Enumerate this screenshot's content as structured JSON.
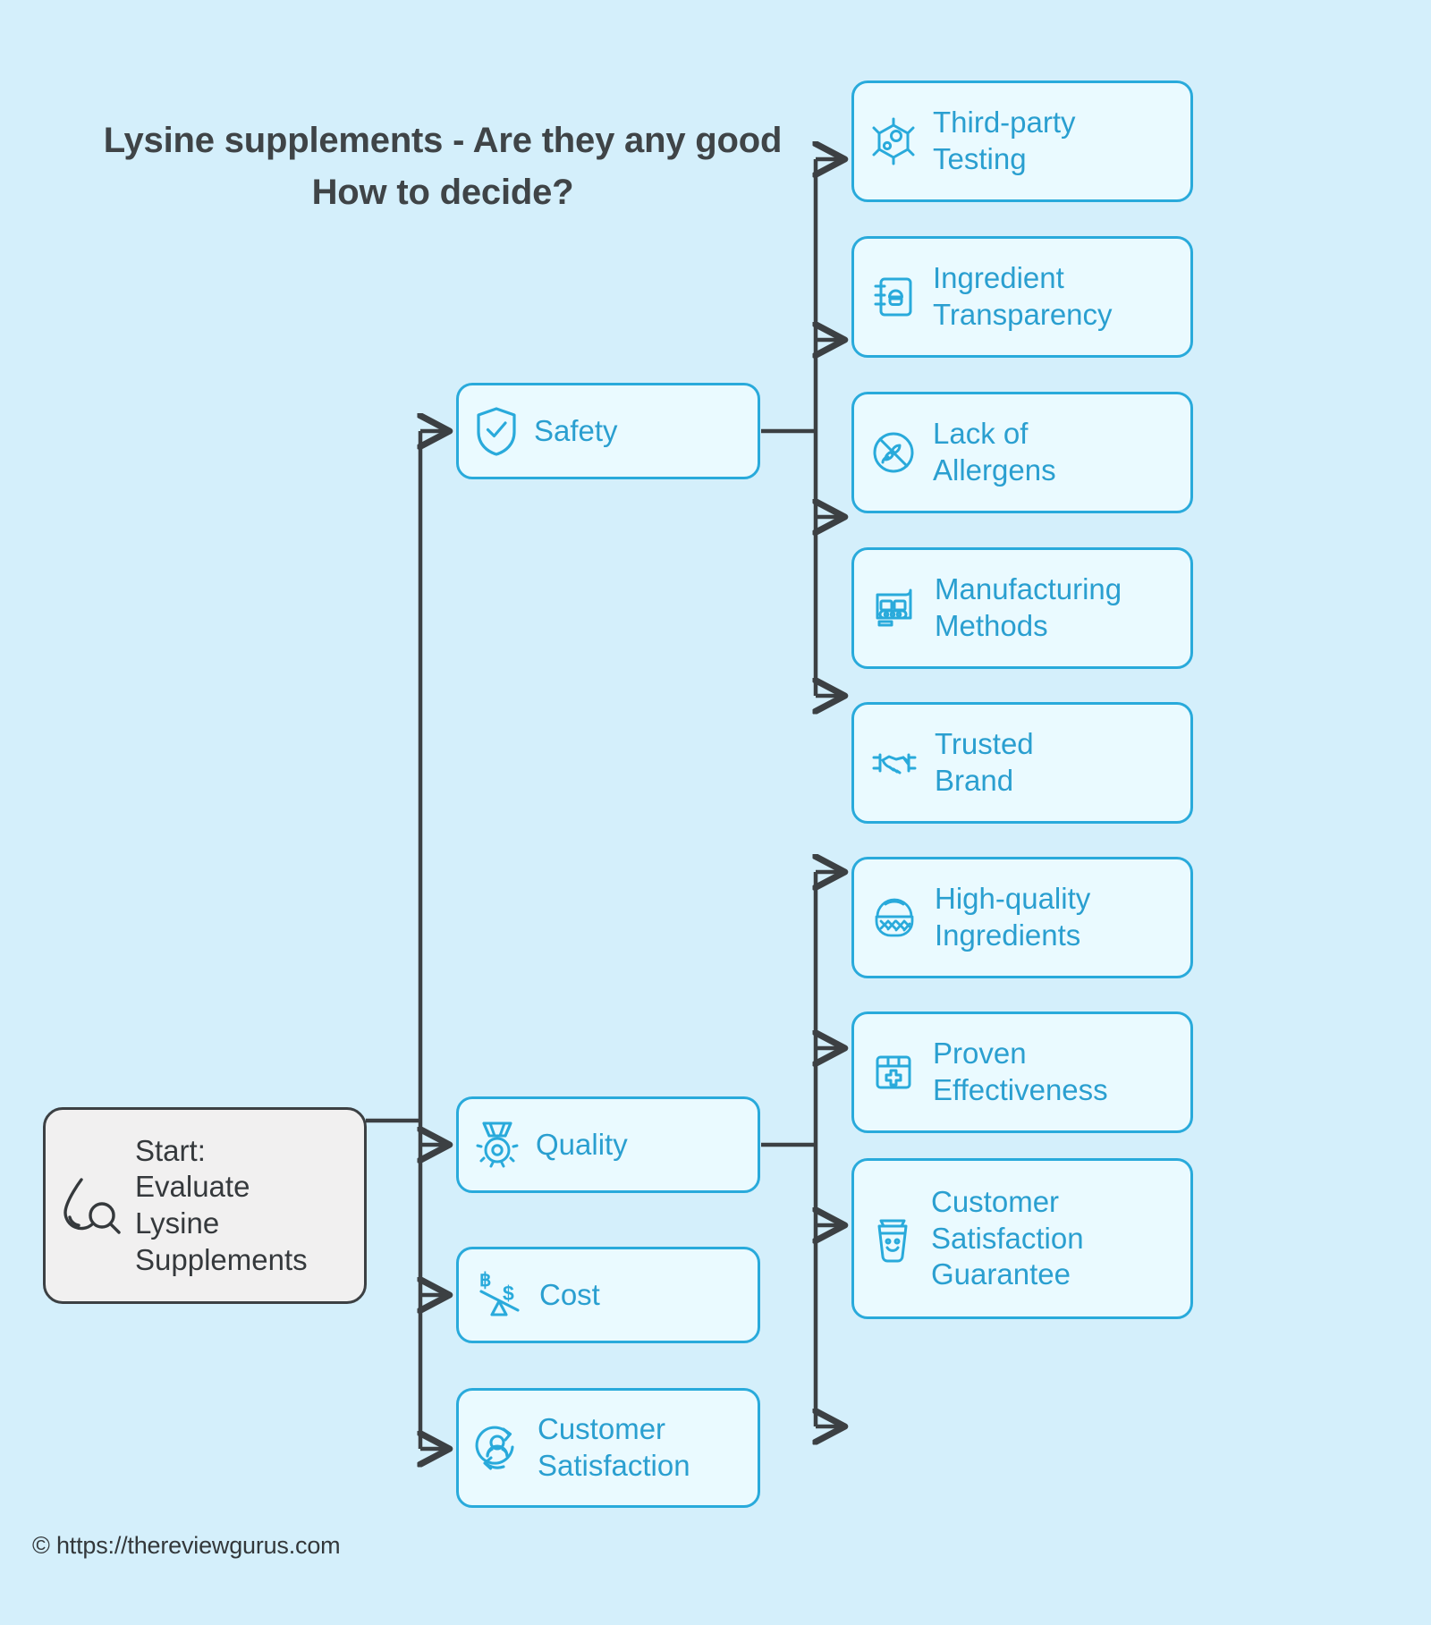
{
  "page": {
    "title": "Lysine supplements - Are they any good\nHow to decide?",
    "footer": "© https://thereviewgurus.com",
    "background_color": "#d4effb",
    "accent_color": "#29aadb",
    "node_fill_color": "#eafaff",
    "start_fill_color": "#f1f0f0",
    "start_border_color": "#3c4043",
    "connector_color": "#3c4043",
    "title_color": "#3f4447"
  },
  "diagram": {
    "type": "flowchart",
    "orientation": "left-to-right",
    "start": {
      "label": "Start:\nEvaluate\nLysine\nSupplements",
      "icon": "droplet-search-icon"
    },
    "branches": [
      {
        "label": "Safety",
        "icon": "shield-check-icon",
        "children": [
          {
            "label": "Third-party\nTesting",
            "icon": "molecule-icon"
          },
          {
            "label": "Ingredient\nTransparency",
            "icon": "recipe-notebook-icon"
          },
          {
            "label": "Lack of\nAllergens",
            "icon": "no-gluten-icon"
          },
          {
            "label": "Manufacturing\nMethods",
            "icon": "conveyor-belt-icon"
          }
        ]
      },
      {
        "label": "Quality",
        "icon": "medal-icon",
        "children": [
          {
            "label": "Trusted\nBrand",
            "icon": "handshake-icon"
          },
          {
            "label": "High-quality\nIngredients",
            "icon": "basket-icon"
          },
          {
            "label": "Proven\nEffectiveness",
            "icon": "medical-kit-icon"
          },
          {
            "label": "Customer\nSatisfaction\nGuarantee",
            "icon": "smiling-bucket-icon"
          }
        ]
      },
      {
        "label": "Cost",
        "icon": "currency-balance-icon",
        "children": []
      },
      {
        "label": "Customer\nSatisfaction",
        "icon": "customer-cycle-icon",
        "children": []
      }
    ]
  }
}
